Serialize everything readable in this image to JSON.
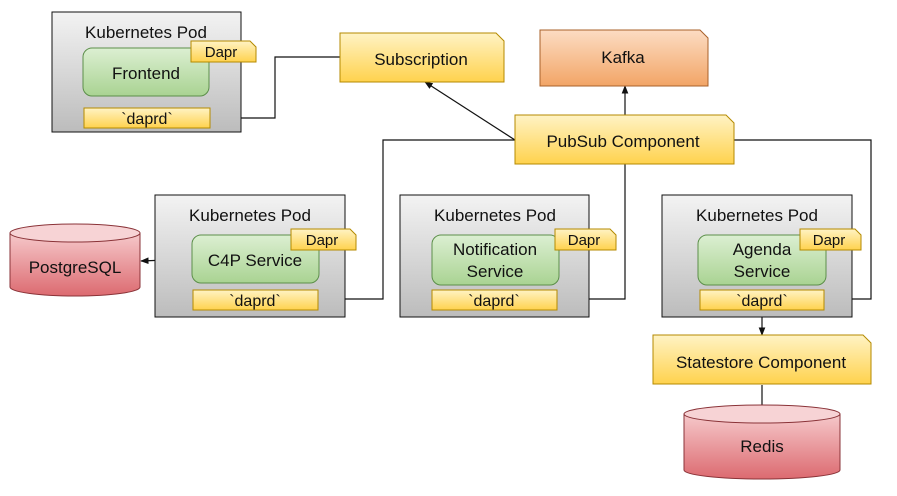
{
  "pods": {
    "frontend": {
      "title": "Kubernetes Pod",
      "service": "Frontend",
      "badge": "Dapr",
      "sidecar": "`daprd`"
    },
    "c4p": {
      "title": "Kubernetes Pod",
      "service": "C4P Service",
      "badge": "Dapr",
      "sidecar": "`daprd`"
    },
    "notification": {
      "title": "Kubernetes Pod",
      "service_line1": "Notification",
      "service_line2": "Service",
      "badge": "Dapr",
      "sidecar": "`daprd`"
    },
    "agenda": {
      "title": "Kubernetes Pod",
      "service_line1": "Agenda",
      "service_line2": "Service",
      "badge": "Dapr",
      "sidecar": "`daprd`"
    }
  },
  "components": {
    "subscription": "Subscription",
    "pubsub": "PubSub Component",
    "statestore": "Statestore Component"
  },
  "externals": {
    "kafka": "Kafka",
    "postgresql": "PostgreSQL",
    "redis": "Redis"
  },
  "colors": {
    "pod_fill": "#d9d9d9",
    "service_fill": "#c6e4b6",
    "note_fill": "#ffe27a",
    "kafka_fill": "#f5b98a",
    "db_fill": "#e48a8e"
  }
}
